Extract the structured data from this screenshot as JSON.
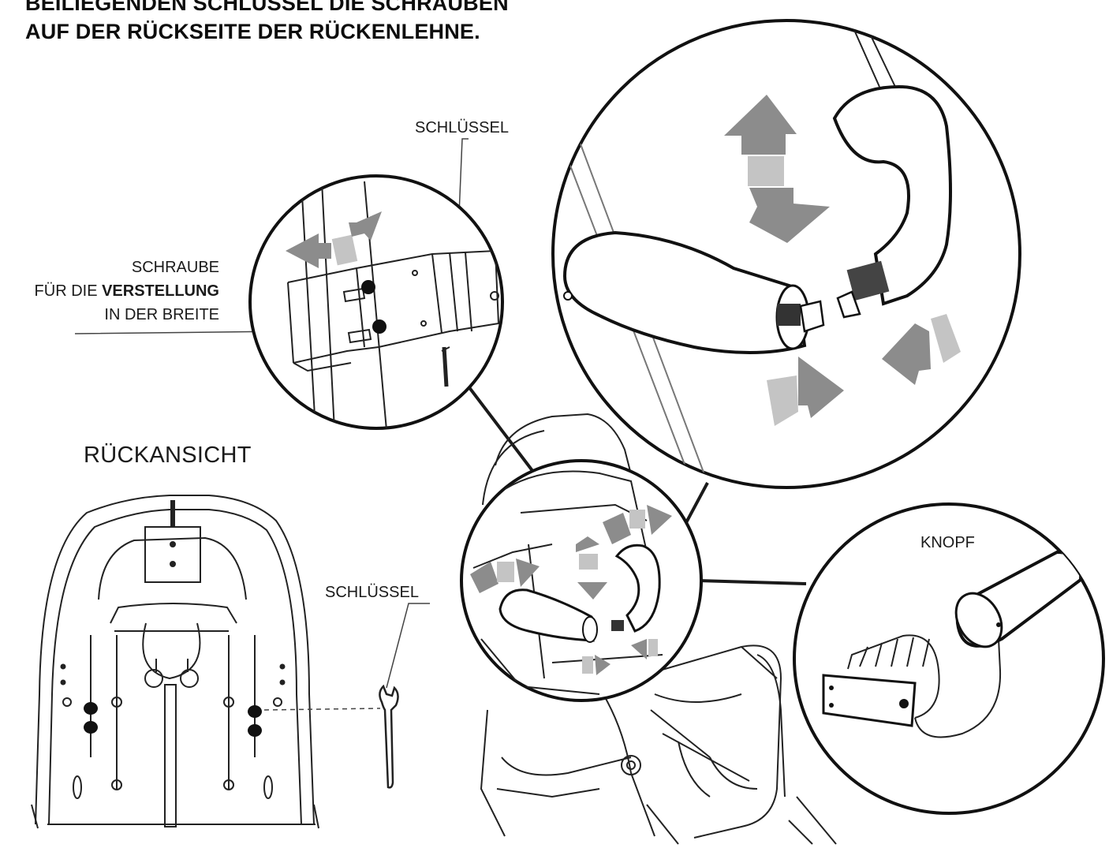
{
  "heading": {
    "line1": "BEILIEGENDEN SCHLÜSSEL DIE SCHRAUBEN",
    "line2": "AUF DER RÜCKSEITE DER RÜCKENLEHNE."
  },
  "labels": {
    "key_top": "SCHLÜSSEL",
    "screw_line1": "SCHRAUBE",
    "screw_line2_prefix": "FÜR DIE",
    "screw_line2_bold": "VERSTELLUNG",
    "screw_line3": "IN DER BREITE",
    "rear_view": "RÜCKANSICHT",
    "key_bottom": "SCHLÜSSEL",
    "knob": "KNOPF"
  },
  "colors": {
    "line": "#1a1a1a",
    "arrow_dark": "#8c8c8c",
    "arrow_light": "#c4c4c4",
    "background": "#ffffff"
  }
}
